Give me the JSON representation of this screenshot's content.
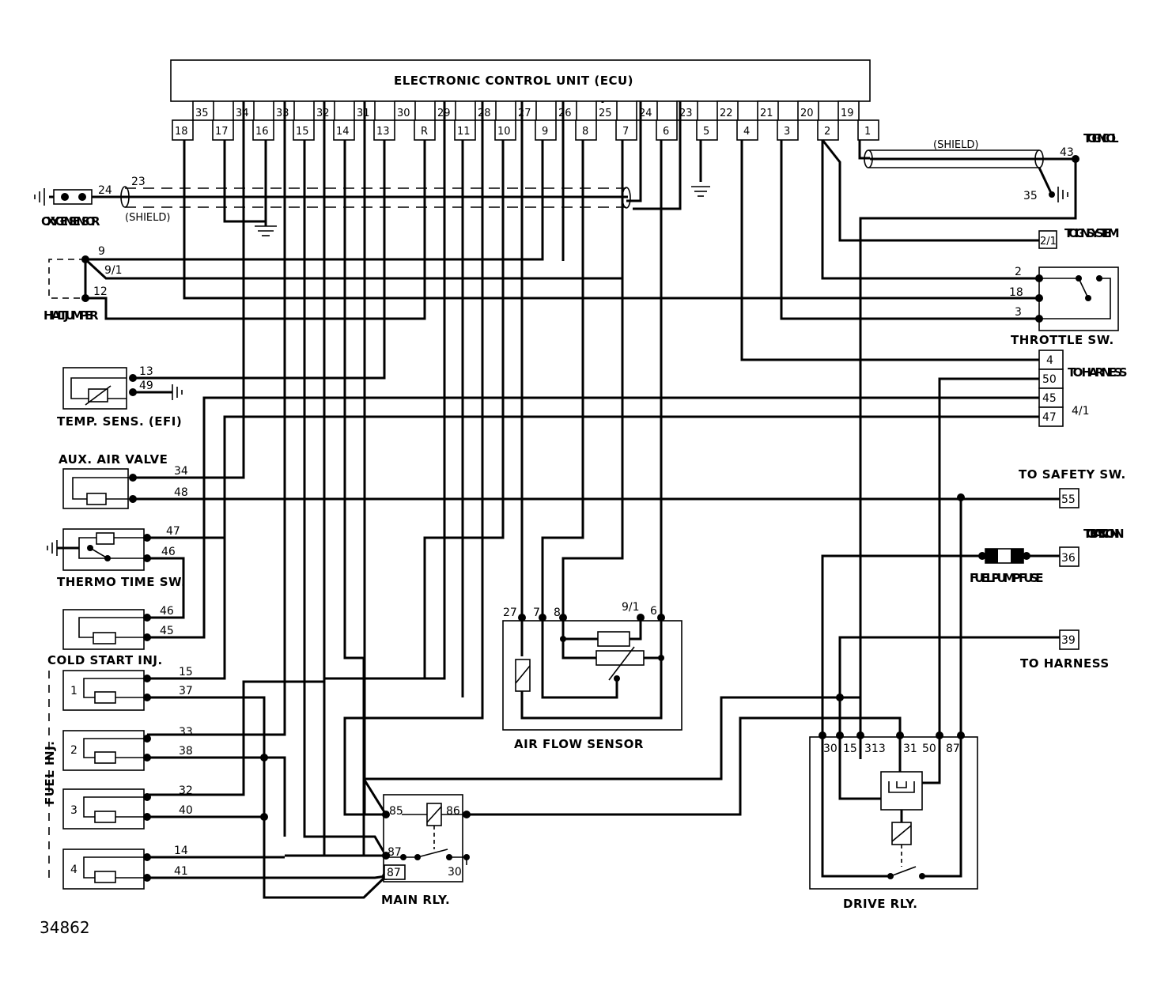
{
  "ecu": {
    "title": "ELECTRONIC CONTROL UNIT  (ECU)",
    "top_pins": [
      "35",
      "34",
      "33",
      "32",
      "31",
      "30",
      "29",
      "28",
      "27",
      "26",
      "25",
      "24",
      "23",
      "22",
      "21",
      "20",
      "19"
    ],
    "bottom_pins": [
      "18",
      "17",
      "16",
      "15",
      "14",
      "13",
      "R",
      "11",
      "10",
      "9",
      "8",
      "7",
      "6",
      "5",
      "4",
      "3",
      "2",
      "1"
    ]
  },
  "labels": {
    "oxygen_sensor": "OXYGEN SENSOR",
    "shield_left": "(SHIELD)",
    "shield_right": "(SHIELD)",
    "to_ign_coil": "TO IGN. COIL",
    "to_ign_system": "TO IGN. SYSTEM",
    "hi_alt_jumper": "HI ALT JUMPER",
    "throttle_sw": "THROTTLE SW.",
    "to_harness_top": "TO HARNESS",
    "temp_sens": "TEMP. SENS. (EFI)",
    "aux_air_valve": "AUX. AIR VALVE",
    "to_safety_sw": "TO SAFETY SW.",
    "thermo_time_sw": "THERMO TIME SW.",
    "fuel_pump_fuse": "FUEL PUMP FUSE",
    "to_batt_conn": "TO BATT. & CONN",
    "cold_start_inj": "COLD START INJ.",
    "air_flow_sensor": "AIR FLOW SENSOR",
    "to_harness_bottom": "TO HARNESS",
    "fuel_inj": "FUEL INJ.",
    "main_rly": "MAIN RLY.",
    "drive_rly": "DRIVE RLY.",
    "figure_number": "34862"
  },
  "wire_numbers": {
    "o2_24": "24",
    "o2_23": "23",
    "coil_43": "43",
    "coil_35": "35",
    "ign_sys": "2/1",
    "jumper_9": "9",
    "jumper_9_1": "9/1",
    "jumper_12": "12",
    "thr_2": "2",
    "thr_18": "18",
    "thr_3": "3",
    "temp_13": "13",
    "temp_49": "49",
    "h_4": "4",
    "h_50": "50",
    "h_45": "45",
    "h_47": "47",
    "h_4_1": "4/1",
    "aux_34": "34",
    "aux_48": "48",
    "safety_55": "55",
    "tt_47": "47",
    "tt_46": "46",
    "batt_36": "36",
    "cs_46": "46",
    "cs_45": "45",
    "inj1_15": "15",
    "inj1_37": "37",
    "inj2_33": "33",
    "inj2_38": "38",
    "inj3_32": "32",
    "inj3_40": "40",
    "inj4_14": "14",
    "inj4_41": "41",
    "harness_39": "39",
    "afs_27": "27",
    "afs_7": "7",
    "afs_8": "8",
    "afs_9_1": "9/1",
    "afs_6": "6",
    "mr_85": "85",
    "mr_86": "86",
    "mr_87a": "87",
    "mr_87b": "87",
    "mr_30": "30",
    "dr_30": "30",
    "dr_15": "15",
    "dr_313": "313",
    "dr_31": "31",
    "dr_50": "50",
    "dr_87": "87"
  },
  "injectors": [
    "1",
    "2",
    "3",
    "4"
  ]
}
